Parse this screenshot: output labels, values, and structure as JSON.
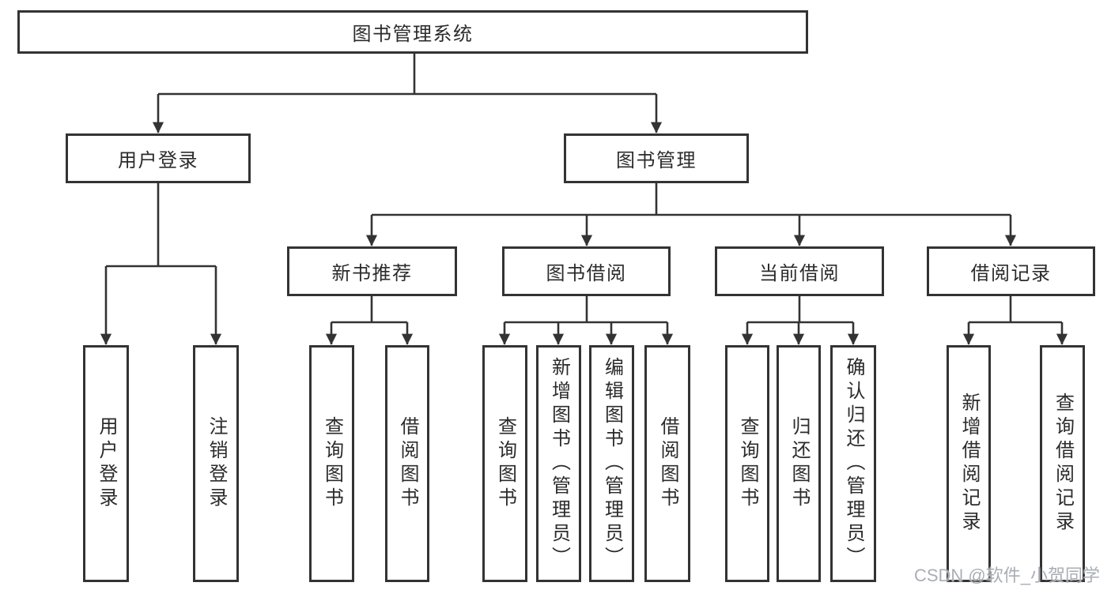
{
  "diagram": {
    "title": "图书管理系统",
    "tree": {
      "root": {
        "label": "图书管理系统"
      },
      "children": [
        {
          "label": "用户登录",
          "children": [
            {
              "label": "用户登录"
            },
            {
              "label": "注销登录"
            }
          ]
        },
        {
          "label": "图书管理",
          "children": [
            {
              "label": "新书推荐",
              "children": [
                {
                  "label": "查询图书"
                },
                {
                  "label": "借阅图书"
                }
              ]
            },
            {
              "label": "图书借阅",
              "children": [
                {
                  "label": "查询图书"
                },
                {
                  "label": "新增图书（管理员）"
                },
                {
                  "label": "编辑图书（管理员）"
                },
                {
                  "label": "借阅图书"
                }
              ]
            },
            {
              "label": "当前借阅",
              "children": [
                {
                  "label": "查询图书"
                },
                {
                  "label": "归还图书"
                },
                {
                  "label": "确认归还（管理员）"
                }
              ]
            },
            {
              "label": "借阅记录",
              "children": [
                {
                  "label": "新增借阅记录"
                },
                {
                  "label": "查询借阅记录"
                }
              ]
            }
          ]
        }
      ]
    },
    "colors": {
      "line": "#333333",
      "border": "#333333",
      "text": "#2b2b2b",
      "background": "#ffffff",
      "watermark": "#a9aeb4"
    }
  },
  "watermark": {
    "text": "CSDN @软件_小贺同学"
  }
}
